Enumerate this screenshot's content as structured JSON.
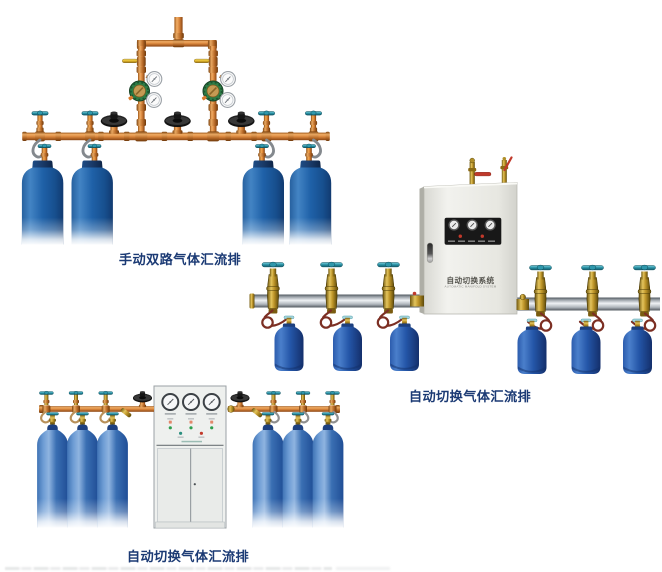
{
  "page": {
    "background_color": "#ffffff",
    "caption_color": "#1b3a74",
    "type": "product-photo-montage"
  },
  "products": [
    {
      "id": "manual-double-manifold",
      "caption": "手动双路气体汇流排",
      "cylinders_visible": 4,
      "gauges_visible": 4,
      "handwheel_valves_visible": 3,
      "pipe_color": "#c17134",
      "cylinder_color": "#1f64ad"
    },
    {
      "id": "auto-switch-manifold-wall",
      "caption": "自动切换气体汇流排",
      "cabinet_label": "自动切换系统",
      "cabinet_sublabel": "AUTOMATIC MANIFOLD SYSTEM",
      "cylinders_visible": 6,
      "gauges_visible": 3,
      "rail_color": "#c6ccd2",
      "cylinder_color": "#2c62b4"
    },
    {
      "id": "auto-switch-manifold-floor",
      "caption": "自动切换气体汇流排",
      "cylinders_visible": 6,
      "gauges_visible": 3,
      "pipe_color": "#d0913e",
      "cylinder_color": "#3e74b8"
    }
  ]
}
